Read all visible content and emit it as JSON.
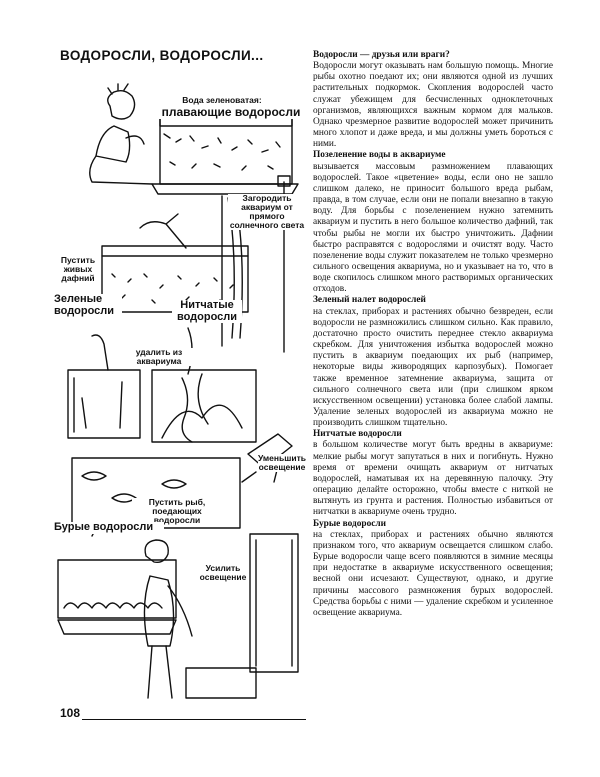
{
  "page": {
    "title": "ВОДОРОСЛИ, ВОДОРОСЛИ...",
    "number": "108"
  },
  "illustration": {
    "captions": [
      "Вода зеленоватая:",
      "плавающие водоросли",
      "Загородить аквариум от прямого солнечного света",
      "Пустить живых дафний",
      "Зеленые водоросли",
      "Нитчатые водоросли",
      "удалить из аквариума",
      "Уменьшить освещение",
      "Пустить рыб, поедающих водоросли",
      "Бурые водоросли",
      "Усилить освещение"
    ]
  },
  "article": {
    "heading": "Водоросли — друзья или враги?",
    "intro": "Водоросли могут оказывать нам большую помощь. Многие рыбы охотно поедают их; они являются одной из лучших растительных подкормок. Скопления водорослей часто служат убежищем для бесчисленных одноклеточных организмов, являющихся важным кормом для мальков. Однако чрезмерное развитие водорослей может причинить много хлопот и даже вреда, и мы должны уметь бороться с ними.",
    "sections": [
      {
        "heading": "Позеленение воды в аквариуме",
        "text": "вызывается массовым размножением плавающих водорослей. Такое «цветение» воды, если оно не зашло слишком далеко, не приносит большого вреда рыбам, правда, в том случае, если они не попали внезапно в такую воду. Для борьбы с позеленением нужно затемнить аквариум и пустить в него большое количество дафний, так чтобы рыбы не могли их быстро уничтожить. Дафнии быстро расправятся с водорослями и очистят воду. Часто позеленение воды служит показателем не только чрезмерно сильного освещения аквариума, но и указывает на то, что в воде скопилось слишком много растворимых органических отходов."
      },
      {
        "heading": "Зеленый налет водорослей",
        "text": "на стеклах, приборах и растениях обычно безвреден, если водоросли не размножились слишком сильно. Как правило, достаточно просто очистить переднее стекло аквариума скребком. Для уничтожения избытка водорослей можно пустить в аквариум поедающих их рыб (например, некоторые виды живородящих карпозубых). Помогает также временное затемнение аквариума, защита от сильного солнечного света или (при слишком ярком искусственном освещении) установка более слабой лампы. Удаление зеленых водорослей из аквариума можно не производить слишком тщательно."
      },
      {
        "heading": "Нитчатые водоросли",
        "text": "в большом количестве могут быть вредны в аквариуме: мелкие рыбы могут запутаться в них и погибнуть. Нужно время от времени очищать аквариум от нитчатых водорослей, наматывая их на деревянную палочку. Эту операцию делайте осторожно, чтобы вместе с ниткой не вытянуть из грунта и растения. Полностью избавиться от нитчатки в аквариуме очень трудно."
      },
      {
        "heading": "Бурые водоросли",
        "text": "на стеклах, приборах и растениях обычно являются признаком того, что аквариум освещается слишком слабо. Бурые водоросли чаще всего появляются в зимние месяцы при недостатке в аквариуме искусственного освещения; весной они исчезают. Существуют, однако, и другие причины массового размножения бурых водорослей. Средства борьбы с ними — удаление скребком и усиленное освещение аквариума."
      }
    ]
  }
}
